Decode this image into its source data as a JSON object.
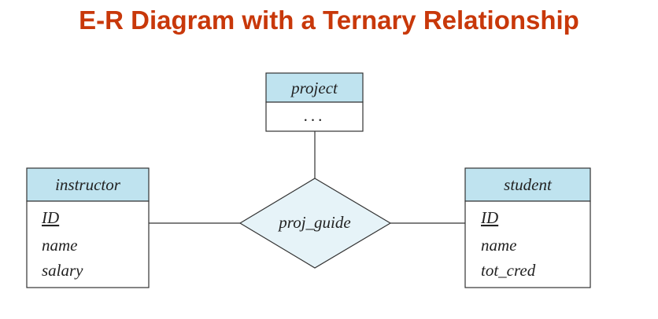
{
  "title": "E-R Diagram with a Ternary Relationship",
  "colors": {
    "title": "#c8380a",
    "entity_header": "#bfe3ef",
    "relationship_fill": "#e6f3f8",
    "line": "#333333"
  },
  "entities": {
    "project": {
      "name": "project",
      "attributes": [
        "..."
      ]
    },
    "instructor": {
      "name": "instructor",
      "key": "ID",
      "attributes": [
        "name",
        "salary"
      ]
    },
    "student": {
      "name": "student",
      "key": "ID",
      "attributes": [
        "name",
        "tot_cred"
      ]
    }
  },
  "relationship": {
    "name": "proj_guide"
  }
}
